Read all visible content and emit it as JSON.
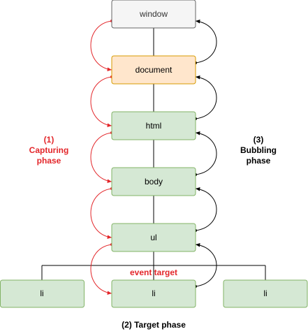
{
  "nodes": {
    "window": "window",
    "document": "document",
    "html": "html",
    "body": "body",
    "ul": "ul",
    "li_left": "li",
    "li_center": "li",
    "li_right": "li"
  },
  "labels": {
    "capturing": {
      "number": "(1)",
      "line1": "Capturing",
      "line2": "phase"
    },
    "bubbling": {
      "number": "(3)",
      "line1": "Bubbling",
      "line2": "phase"
    },
    "event_target": "event target",
    "target_phase": "(2) Target phase"
  },
  "colors": {
    "window_fill": "#f5f5f5",
    "window_stroke": "#666666",
    "document_fill": "#ffe6cc",
    "document_stroke": "#d79b00",
    "element_fill": "#d5e8d4",
    "element_stroke": "#82b366",
    "capture_red": "#e3262a",
    "bubble_black": "#000000"
  }
}
